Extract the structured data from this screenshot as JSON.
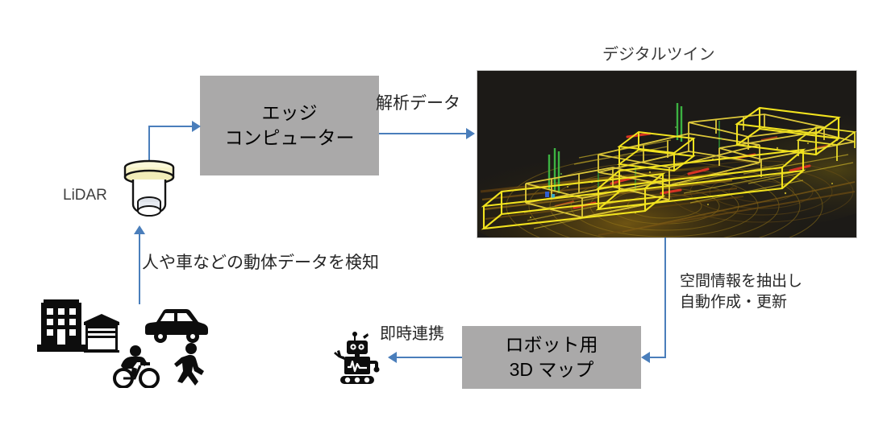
{
  "diagram": {
    "title_digital_twin": "デジタルツイン",
    "boxes": {
      "edge_computer": {
        "line1": "エッジ",
        "line2": "コンピューター"
      },
      "robot_map": {
        "line1": "ロボット用",
        "line2": "3D マップ"
      }
    },
    "labels": {
      "lidar": "LiDAR",
      "analysis_data": "解析データ",
      "detect_moving_objects": "人や車などの動体データを検知",
      "extract_spatial_line1": "空間情報を抽出し",
      "extract_spatial_line2": "自動作成・更新",
      "realtime_link": "即時連携"
    },
    "icons": {
      "lidar_device": "lidar-sensor-icon",
      "city": "building-warehouse-icon",
      "car": "car-icon",
      "bicycle": "cyclist-icon",
      "person": "pedestrian-icon",
      "robot": "robot-icon"
    },
    "colors": {
      "arrow": "#4a7ebb",
      "box_fill": "#aaa9a9",
      "pointcloud_bg": "#1c1a17",
      "bbox_yellow": "#f2e31e",
      "lidar_cap": "#fbf8d8"
    },
    "flow": [
      {
        "from": "moving-objects",
        "to": "lidar-sensor",
        "label": "人や車などの動体データを検知"
      },
      {
        "from": "lidar-sensor",
        "to": "edge-computer",
        "label": ""
      },
      {
        "from": "edge-computer",
        "to": "digital-twin",
        "label": "解析データ"
      },
      {
        "from": "digital-twin",
        "to": "robot-map",
        "label": "空間情報を抽出し 自動作成・更新"
      },
      {
        "from": "robot-map",
        "to": "robot",
        "label": "即時連携"
      }
    ]
  }
}
